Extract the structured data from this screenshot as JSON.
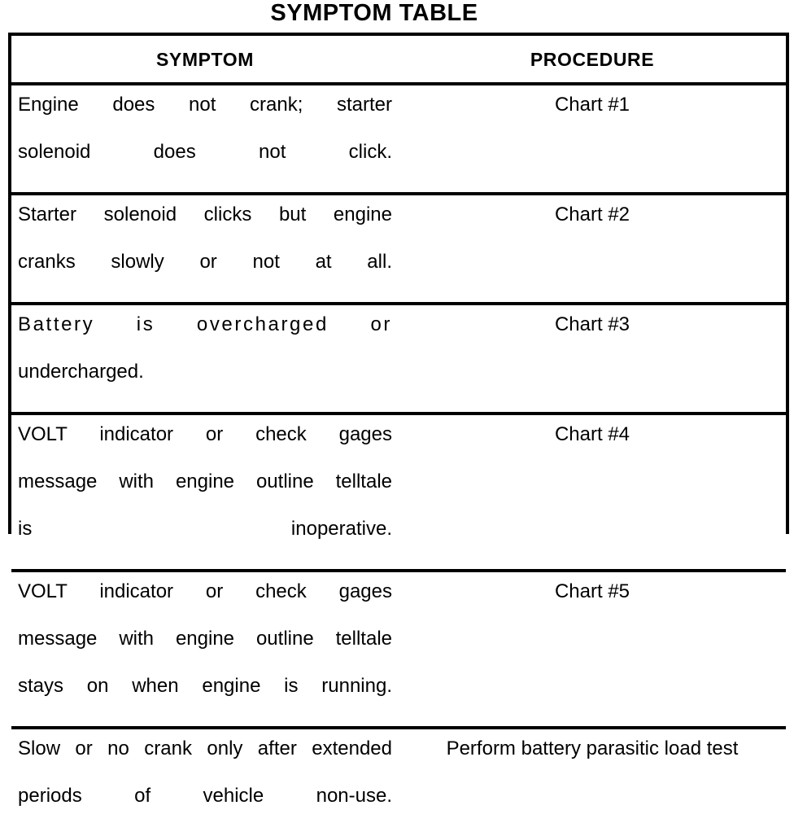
{
  "document": {
    "title": "SYMPTOM TABLE"
  },
  "table": {
    "headers": {
      "symptom": "SYMPTOM",
      "procedure": "PROCEDURE"
    },
    "rows": [
      {
        "symptom_line1": "Engine does not crank; starter",
        "symptom_line2": "solenoid does not click.",
        "procedure": "Chart #1"
      },
      {
        "symptom_line1": "Starter solenoid clicks but engine",
        "symptom_line2": "cranks slowly or not at all.",
        "procedure": "Chart #2"
      },
      {
        "symptom_line1": "Battery is overcharged or",
        "symptom_line2": "undercharged.",
        "procedure": "Chart #3"
      },
      {
        "symptom_line1": "VOLT indicator or check gages",
        "symptom_line2": "message with engine outline telltale",
        "symptom_line3": "is inoperative.",
        "procedure": "Chart #4"
      },
      {
        "symptom_line1": "VOLT indicator or check gages",
        "symptom_line2": "message with engine outline telltale",
        "symptom_line3": "stays on when engine is running.",
        "procedure": "Chart #5"
      },
      {
        "symptom_line1": "Slow or no crank only after extended",
        "symptom_line2": "periods of vehicle non-use.",
        "procedure": "Perform battery parasitic load test"
      }
    ]
  },
  "colors": {
    "ink": "#000000",
    "paper": "#ffffff"
  }
}
